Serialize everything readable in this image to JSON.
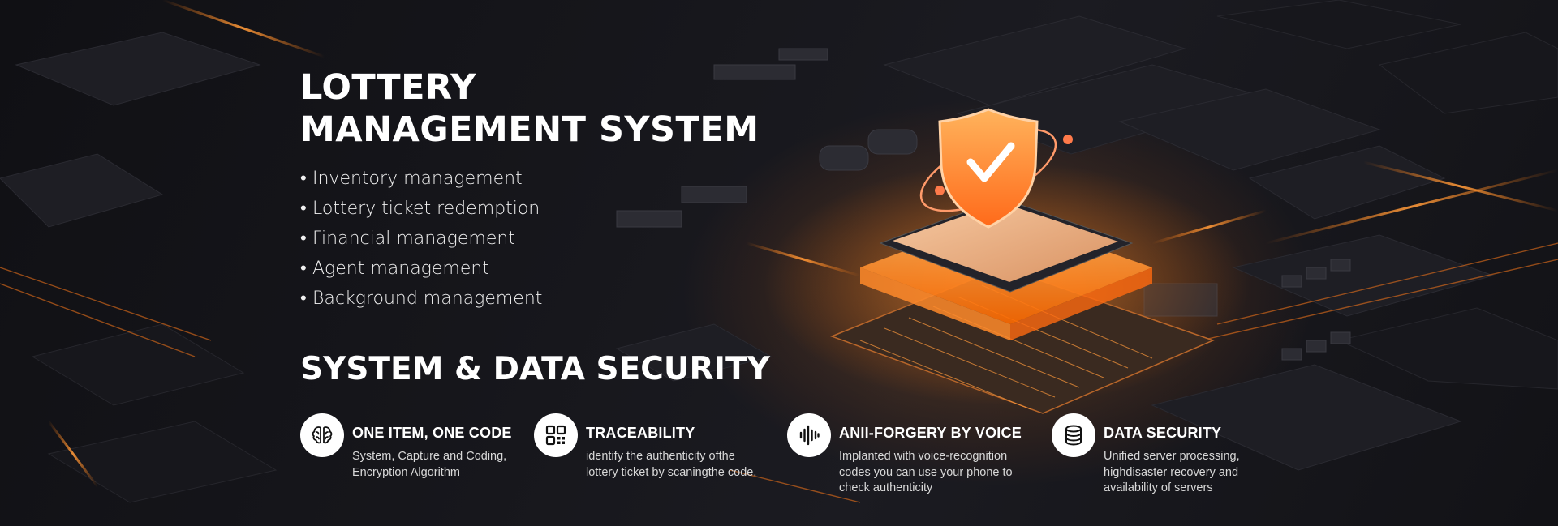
{
  "banner": {
    "title_lines": [
      "LOTTERY",
      "MANAGEMENT SYSTEM"
    ],
    "features": [
      "Inventory management",
      "Lottery ticket redemption",
      "Financial management",
      "Agent management",
      "Background management"
    ],
    "bullet": "•",
    "section_title": "SYSTEM & DATA SECURITY",
    "cards": [
      {
        "icon": "brain-icon",
        "title": "ONE ITEM, ONE CODE",
        "description_lines": [
          "System, Capture and Coding,",
          "Encryption Algorithm"
        ]
      },
      {
        "icon": "qr-code-icon",
        "title": "TRACEABILITY",
        "description_lines": [
          "identify the authenticity ofthe",
          "lottery ticket by scaningthe code."
        ]
      },
      {
        "icon": "voice-wave-icon",
        "title": "ANII-FORGERY BY VOICE",
        "description_lines": [
          "Implanted with voice-recognition",
          "codes you can use your phone to",
          "check authenticity"
        ]
      },
      {
        "icon": "database-icon",
        "title": "DATA SECURITY",
        "description_lines": [
          "Unified server processing,",
          "highdisaster recovery and",
          "availability of servers"
        ]
      }
    ]
  },
  "colors": {
    "background": "#0c0c10",
    "accent_orange": "#ff8a2a",
    "text": "#ffffff",
    "subtext": "#d8d8d8"
  }
}
